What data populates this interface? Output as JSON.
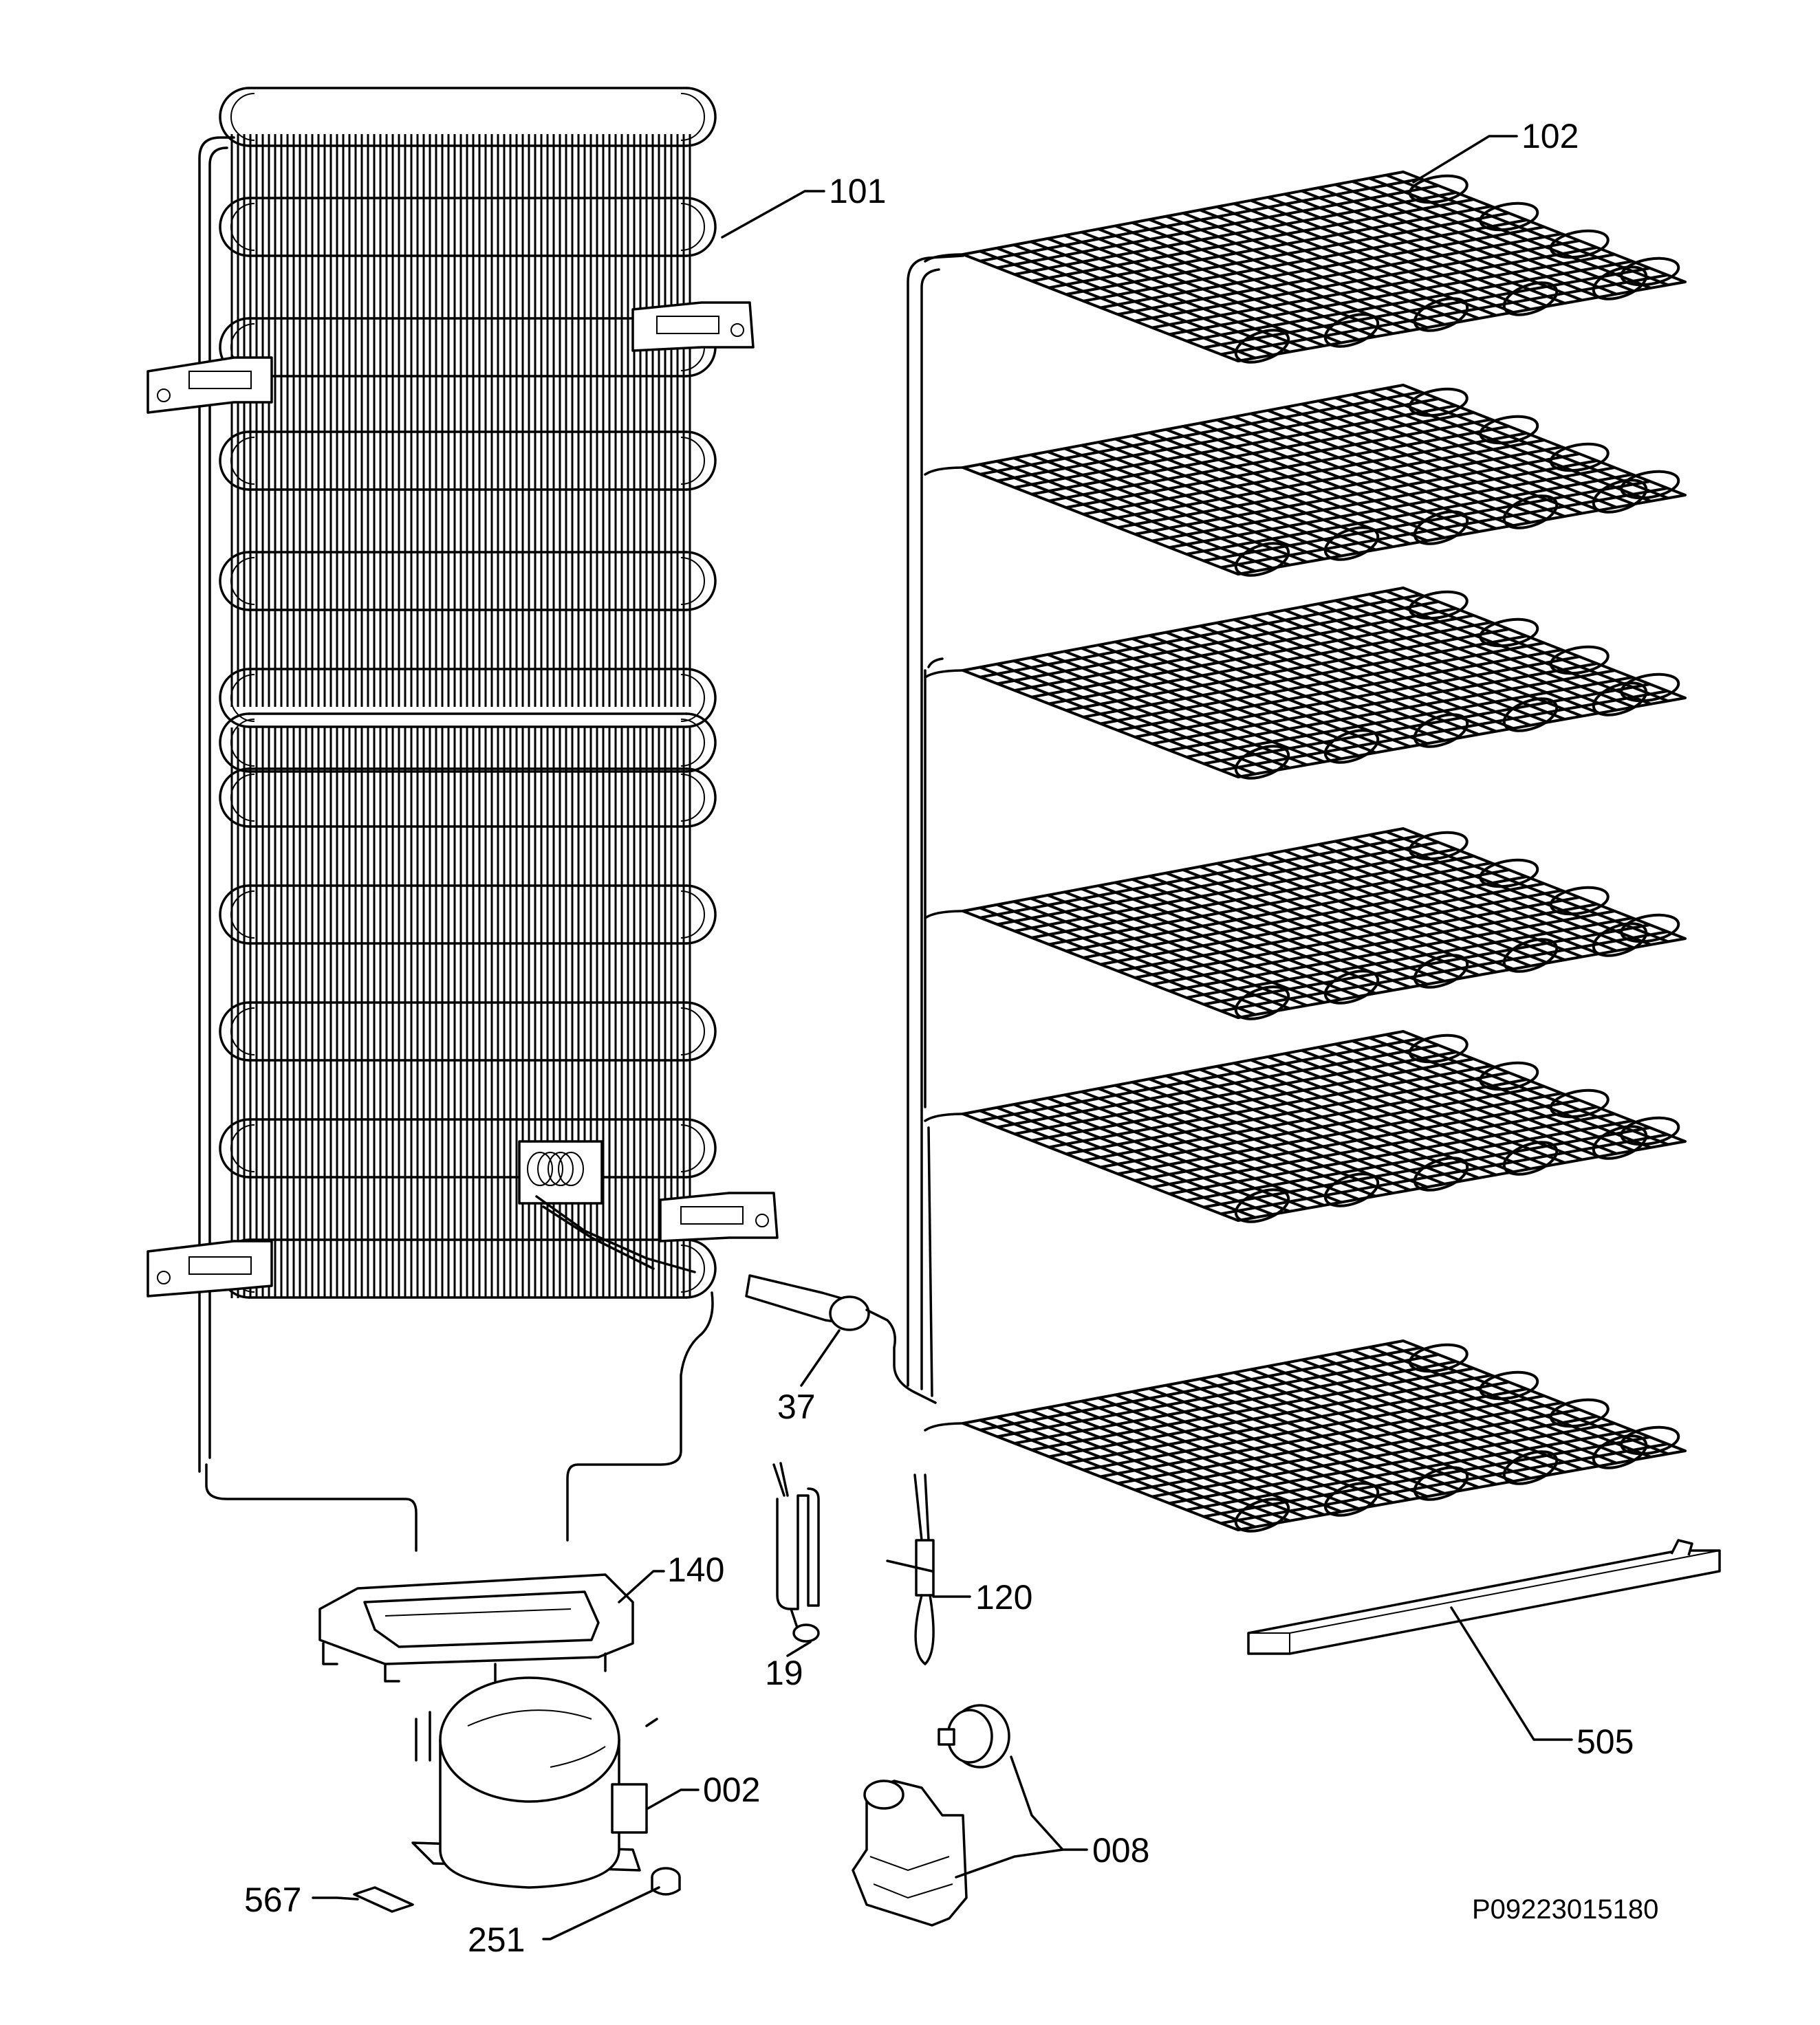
{
  "labels": {
    "p101": "101",
    "p102": "102",
    "p37": "37",
    "p140": "140",
    "p19": "19",
    "p120": "120",
    "p505": "505",
    "p002": "002",
    "p008": "008",
    "p567": "567",
    "p251": "251"
  },
  "drawing_code": "P09223015180"
}
